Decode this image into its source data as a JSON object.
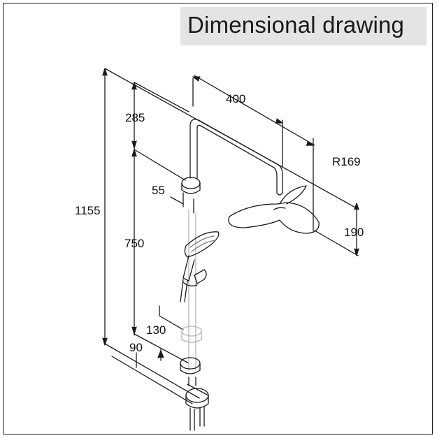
{
  "title": "Dimensional drawing",
  "dimensions": {
    "total_height": "1155",
    "top_offset": "285",
    "arm_length": "400",
    "radius": "R169",
    "wall_offset": "55",
    "holder_range": "750",
    "head_height": "190",
    "valve_offset": "130",
    "connection": "90"
  },
  "colors": {
    "line": "#1a1a1a",
    "ghost": "#b5b5b5",
    "title_bg": "#e4e4e4"
  }
}
